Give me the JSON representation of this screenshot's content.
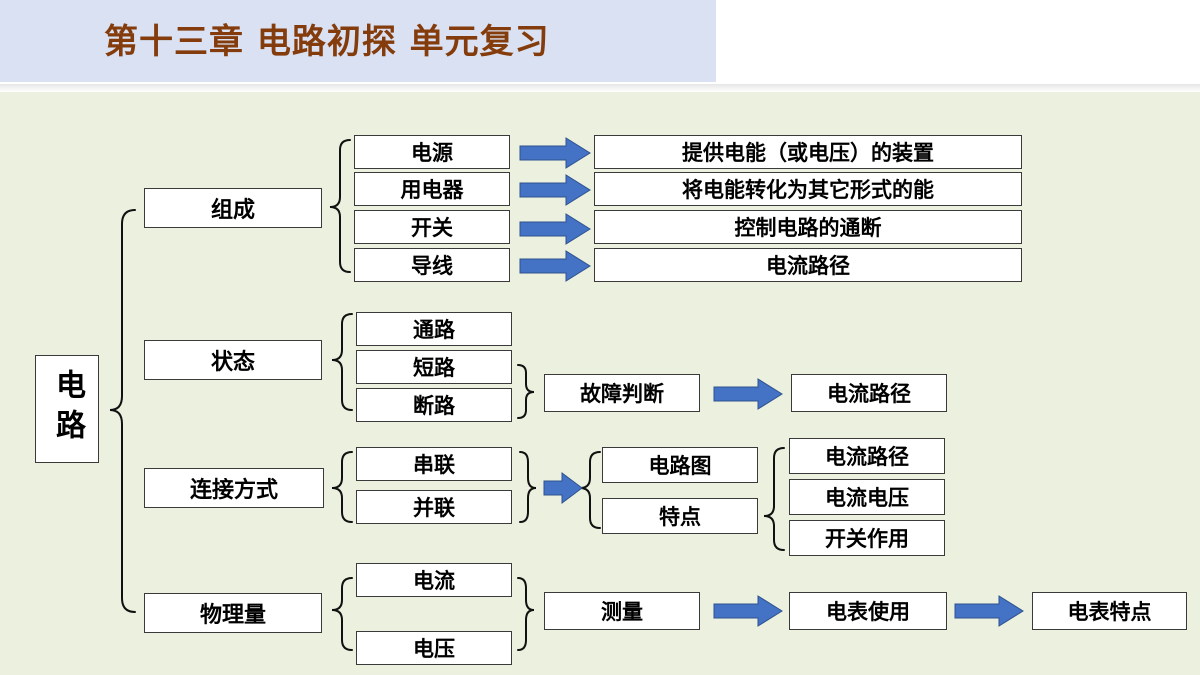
{
  "title": "第十三章 电路初探  单元复习",
  "root": "电路",
  "branches": {
    "composition": {
      "label": "组成",
      "items": [
        {
          "name": "电源",
          "desc": "提供电能（或电压）的装置"
        },
        {
          "name": "用电器",
          "desc": "将电能转化为其它形式的能"
        },
        {
          "name": "开关",
          "desc": "控制电路的通断"
        },
        {
          "name": "导线",
          "desc": "电流路径"
        }
      ]
    },
    "state": {
      "label": "状态",
      "items": [
        "通路",
        "短路",
        "断路"
      ],
      "fault": "故障判断",
      "fault_result": "电流路径"
    },
    "connection": {
      "label": "连接方式",
      "items": [
        "串联",
        "并联"
      ],
      "aspects": [
        "电路图",
        "特点"
      ],
      "features": [
        "电流路径",
        "电流电压",
        "开关作用"
      ]
    },
    "quantity": {
      "label": "物理量",
      "items": [
        "电流",
        "电压"
      ],
      "measure": "测量",
      "meter_use": "电表使用",
      "meter_features": "电表特点"
    }
  },
  "colors": {
    "title_text": "#843c0c",
    "title_bg": "#d9e1f2",
    "panel_bg": "#ebf1de",
    "arrow": "#4472c4"
  }
}
